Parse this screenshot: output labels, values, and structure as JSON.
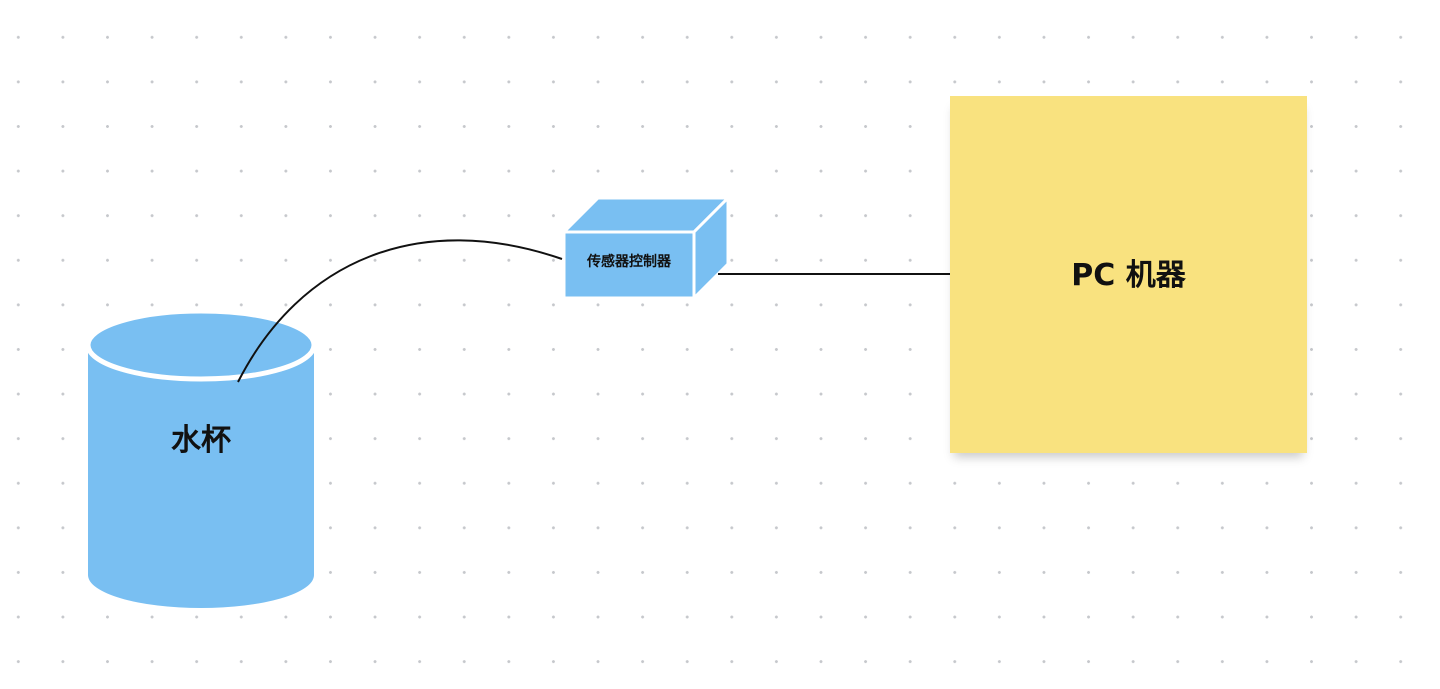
{
  "nodes": {
    "cup": {
      "label": "水杯",
      "shape": "cylinder",
      "color": "#79bff2"
    },
    "sensor": {
      "label": "传感器控制器",
      "shape": "cuboid",
      "color": "#79bff2"
    },
    "pc": {
      "label": "PC 机器",
      "shape": "sticky-note",
      "color": "#f9e27f"
    }
  },
  "connectors": [
    {
      "from": "cup",
      "to": "sensor",
      "style": "curve",
      "color": "#111111"
    },
    {
      "from": "sensor",
      "to": "pc",
      "style": "straight",
      "color": "#111111"
    }
  ],
  "canvas": {
    "background": "dot-grid",
    "dot_color": "#c6c8cc"
  }
}
